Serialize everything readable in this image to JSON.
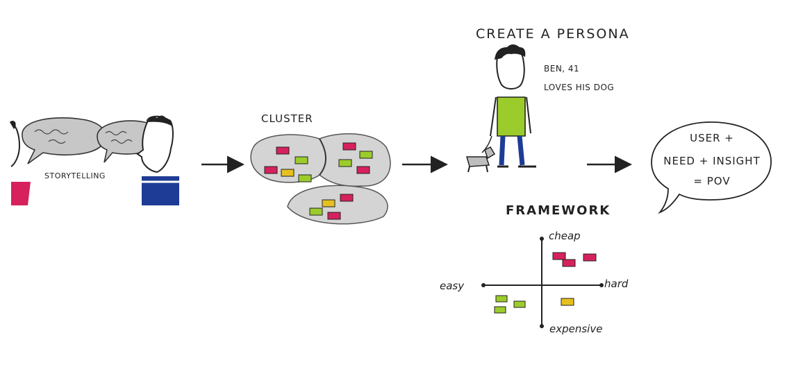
{
  "steps": {
    "storytelling": {
      "label": "STORYTELLING"
    },
    "cluster": {
      "label": "CLUSTER"
    },
    "persona": {
      "title": "CREATE A PERSONA",
      "name": "BEN, 41",
      "description": "LOVES HIS DOG"
    },
    "framework": {
      "title": "FRAMEWORK",
      "axis_left": "easy",
      "axis_right": "hard",
      "axis_top": "cheap",
      "axis_bottom": "expensive"
    },
    "pov": {
      "line1": "USER +",
      "line2": "NEED + INSIGHT",
      "line3": "= POV"
    }
  },
  "colors": {
    "magenta": "#d6215c",
    "green": "#9ccc2c",
    "yellow": "#e5c020",
    "blue": "#1e3c96",
    "gray": "#9a9a9a",
    "ink": "#222222"
  }
}
